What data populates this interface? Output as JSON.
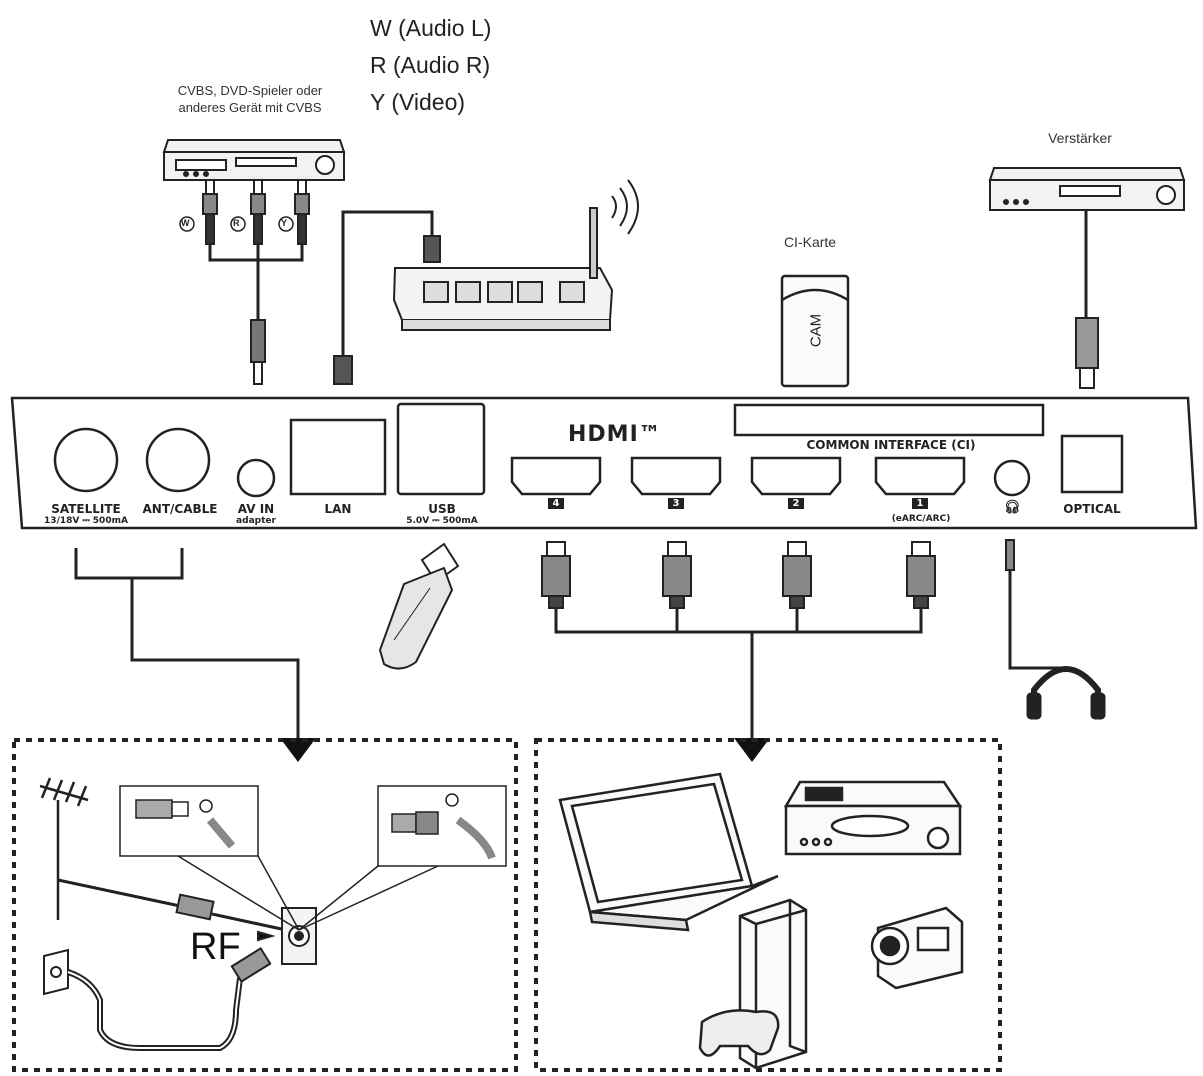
{
  "rca_legend": {
    "w": "W (Audio L)",
    "r": "R (Audio R)",
    "y": "Y (Video)"
  },
  "devices": {
    "cvbs_line1": "CVBS, DVD-Spieler oder",
    "cvbs_line2": "anderes Gerät mit CVBS",
    "amplifier": "Verstärker",
    "ci_card": "CI-Karte",
    "cam": "CAM"
  },
  "rca_plugs": {
    "w": "W",
    "r": "R",
    "y": "Y"
  },
  "panel": {
    "satellite": "SATELLITE",
    "satellite_sub": "13/18V ⎓ 500mA",
    "ant_cable": "ANT/CABLE",
    "av_in": "AV IN",
    "av_in_sub": "adapter",
    "lan": "LAN",
    "usb": "USB",
    "usb_sub": "5.0V ⎓ 500mA",
    "hdmi_logo": "HDMI™",
    "common_interface": "COMMON INTERFACE (CI)",
    "hdmi4": "4",
    "hdmi3": "3",
    "hdmi2": "2",
    "hdmi1": "1",
    "hdmi1_sub": "(eARC/ARC)",
    "optical": "OPTICAL",
    "headphone_symbol": "🎧︎"
  },
  "antenna_box": {
    "rf": "RF"
  },
  "colors": {
    "line": "#222222",
    "panel_fill": "#ffffff",
    "device_fill": "#f2f2f2"
  }
}
